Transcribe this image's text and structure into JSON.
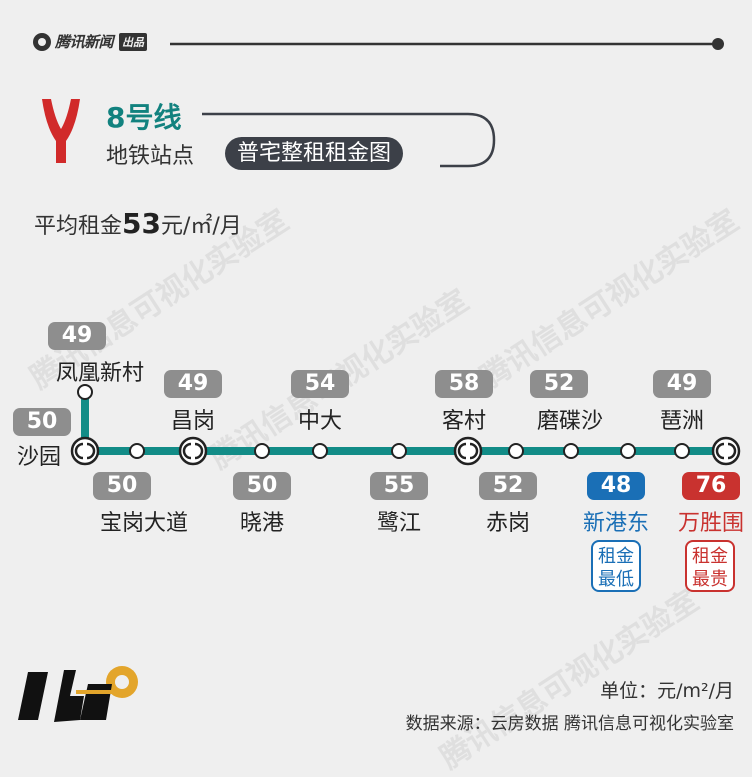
{
  "header": {
    "brand": "腾讯新闻",
    "brand_badge": "出品"
  },
  "title": {
    "line_name": "8号线",
    "subtitle": "地铁站点",
    "highlight": "普宅整租租金图"
  },
  "average": {
    "prefix": "平均租金",
    "value": "53",
    "unit": "元/㎡/月"
  },
  "colors": {
    "line": "#128c87",
    "accent_title": "#12827f",
    "logo_red": "#d12a2a",
    "price_default": "#8e8e8e",
    "price_low": "#1a6fb6",
    "price_high": "#c9322f"
  },
  "stations": [
    {
      "name": "凤凰新村",
      "price": "49",
      "kind": "terminal"
    },
    {
      "name": "沙园",
      "price": "50",
      "kind": "transfer"
    },
    {
      "name": "宝岗大道",
      "price": "50",
      "kind": "normal"
    },
    {
      "name": "昌岗",
      "price": "49",
      "kind": "transfer"
    },
    {
      "name": "晓港",
      "price": "50",
      "kind": "normal"
    },
    {
      "name": "中大",
      "price": "54",
      "kind": "normal"
    },
    {
      "name": "鹭江",
      "price": "55",
      "kind": "normal"
    },
    {
      "name": "客村",
      "price": "58",
      "kind": "transfer"
    },
    {
      "name": "赤岗",
      "price": "52",
      "kind": "normal"
    },
    {
      "name": "磨碟沙",
      "price": "52",
      "kind": "normal"
    },
    {
      "name": "新港东",
      "price": "48",
      "kind": "normal",
      "highlight": "low"
    },
    {
      "name": "琶洲",
      "price": "49",
      "kind": "normal"
    },
    {
      "name": "万胜围",
      "price": "76",
      "kind": "transfer",
      "highlight": "high"
    }
  ],
  "tags": {
    "low": [
      "租金",
      "最低"
    ],
    "high": [
      "租金",
      "最贵"
    ]
  },
  "footer": {
    "unit": "单位：元/m²/月",
    "source": "数据来源：云房数据 腾讯信息可视化实验室"
  },
  "watermark": "腾讯信息可视化实验室"
}
